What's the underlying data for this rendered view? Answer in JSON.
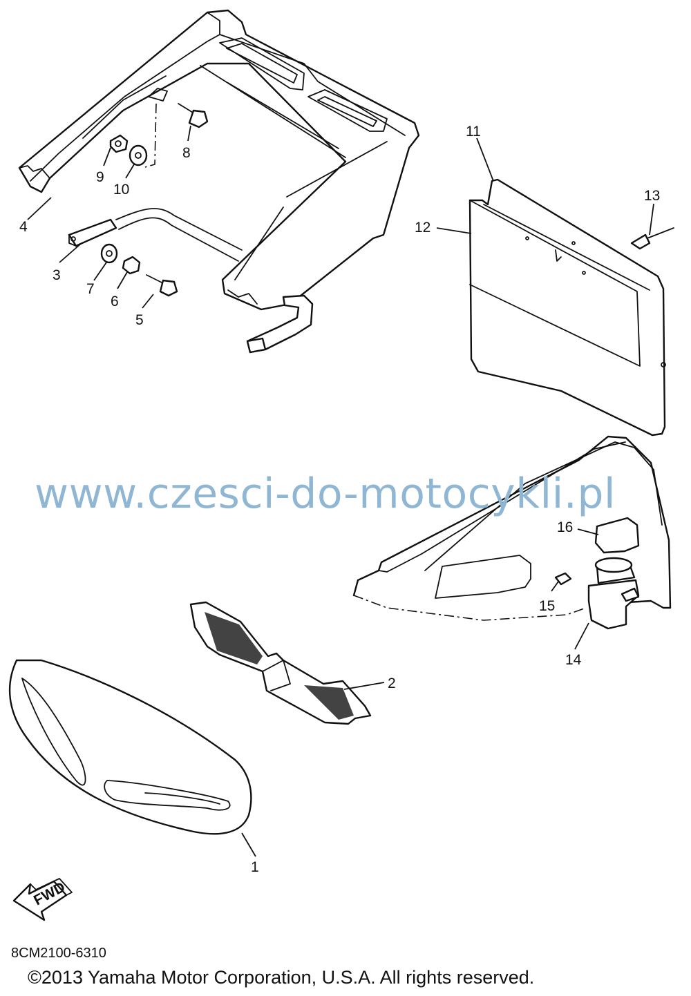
{
  "watermark": "www.czesci-do-motocykli.pl",
  "drawing_code": "8CM2100-6310",
  "copyright": "©2013 Yamaha Motor Corporation, U.S.A. All rights reserved.",
  "fwd_label": "FWD",
  "callouts": [
    "1",
    "2",
    "3",
    "4",
    "5",
    "6",
    "7",
    "8",
    "9",
    "10",
    "11",
    "12",
    "13",
    "14",
    "15",
    "16"
  ],
  "colors": {
    "watermark": "#8fb6d3",
    "line": "#111111"
  }
}
